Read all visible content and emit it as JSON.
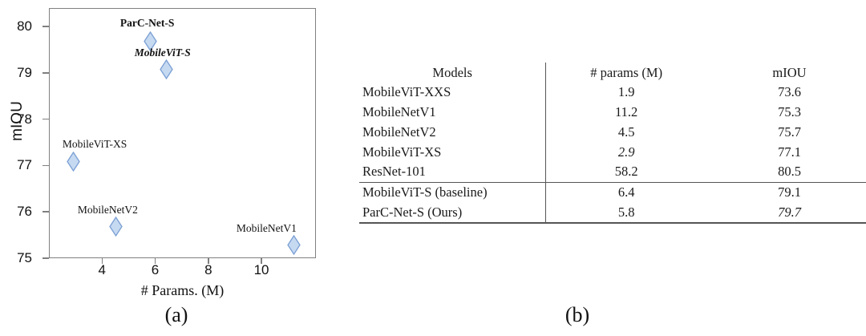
{
  "figure": {
    "caption_a": "(a)",
    "caption_b": "(b)"
  },
  "chart_data": {
    "type": "scatter",
    "title": "",
    "xlabel": "# Params. (M)",
    "ylabel": "mIOU",
    "xlim": [
      2.0,
      12.05
    ],
    "ylim": [
      75.0,
      80.4
    ],
    "xticks": [
      "4",
      "6",
      "8",
      "10"
    ],
    "xtick_values": [
      4,
      6,
      8,
      10
    ],
    "yticks": [
      "75",
      "76",
      "77",
      "78",
      "79",
      "80"
    ],
    "ytick_values": [
      75,
      76,
      77,
      78,
      79,
      80
    ],
    "grid": false,
    "legend": "none",
    "marker_shape": "diamond",
    "marker_fill": "#c5d9f1",
    "marker_edge": "#7a9fd4",
    "points": [
      {
        "label": "ParC-Net-S",
        "x": 5.8,
        "y": 79.7,
        "style": "bold",
        "label_dx": -38,
        "label_dy": -30
      },
      {
        "label": "MobileViT-S",
        "x": 6.4,
        "y": 79.1,
        "style": "italic",
        "label_dx": -40,
        "label_dy": -28
      },
      {
        "label": "MobileViT-XS",
        "x": 2.9,
        "y": 77.1,
        "style": "plain",
        "label_dx": -14,
        "label_dy": -30
      },
      {
        "label": "MobileNetV2",
        "x": 4.5,
        "y": 75.7,
        "style": "plain",
        "label_dx": -48,
        "label_dy": -29
      },
      {
        "label": "MobileNetV1",
        "x": 11.2,
        "y": 75.3,
        "style": "plain",
        "label_dx": -72,
        "label_dy": -29
      }
    ]
  },
  "table": {
    "headers": [
      "Models",
      "# params (M)",
      "mIOU"
    ],
    "rows": [
      {
        "model": "MobileViT-XXS",
        "params": "1.9",
        "params_style": "bold",
        "miou": "73.6",
        "miou_style": "plain"
      },
      {
        "model": "MobileNetV1",
        "params": "11.2",
        "params_style": "plain",
        "miou": "75.3",
        "miou_style": "plain"
      },
      {
        "model": "MobileNetV2",
        "params": "4.5",
        "params_style": "plain",
        "miou": "75.7",
        "miou_style": "plain"
      },
      {
        "model": "MobileViT-XS",
        "params": "2.9",
        "params_style": "italic",
        "miou": "77.1",
        "miou_style": "plain"
      },
      {
        "model": "ResNet-101",
        "params": "58.2",
        "params_style": "plain",
        "miou": "80.5",
        "miou_style": "bold"
      }
    ],
    "group_rows": [
      {
        "model": "MobileViT-S (baseline)",
        "params": "6.4",
        "params_style": "plain",
        "miou": "79.1",
        "miou_style": "plain"
      },
      {
        "model": "ParC-Net-S (Ours)",
        "params": "5.8",
        "params_style": "plain",
        "miou": "79.7",
        "miou_style": "italic"
      }
    ]
  }
}
